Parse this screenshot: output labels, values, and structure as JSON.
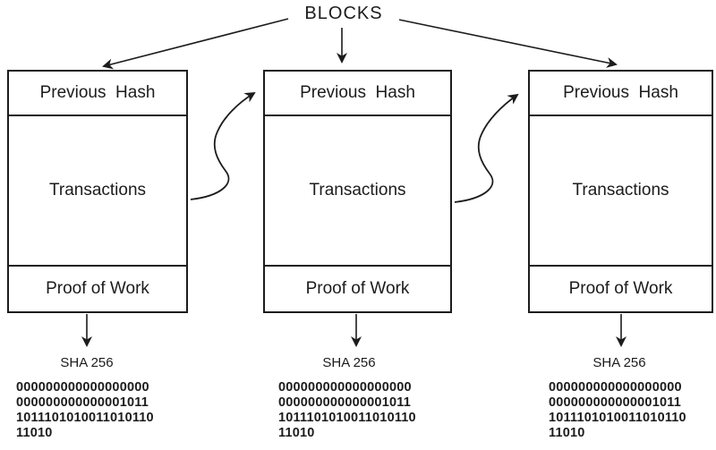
{
  "title": "BLOCKS",
  "colors": {
    "ink": "#1c1c1c",
    "background": "#ffffff"
  },
  "blocks": [
    {
      "previous_hash_label": "Previous  Hash",
      "transactions_label": "Transactions",
      "proof_of_work_label": "Proof of Work",
      "hash_algorithm": "SHA 256",
      "hash_lines": [
        "000000000000000000",
        "000000000000001011",
        "1011101010011010110",
        "11010"
      ]
    },
    {
      "previous_hash_label": "Previous  Hash",
      "transactions_label": "Transactions",
      "proof_of_work_label": "Proof of Work",
      "hash_algorithm": "SHA 256",
      "hash_lines": [
        "000000000000000000",
        "000000000000001011",
        "1011101010011010110",
        "11010"
      ]
    },
    {
      "previous_hash_label": "Previous  Hash",
      "transactions_label": "Transactions",
      "proof_of_work_label": "Proof of Work",
      "hash_algorithm": "SHA 256",
      "hash_lines": [
        "000000000000000000",
        "000000000000001011",
        "1011101010011010110",
        "11010"
      ]
    }
  ]
}
